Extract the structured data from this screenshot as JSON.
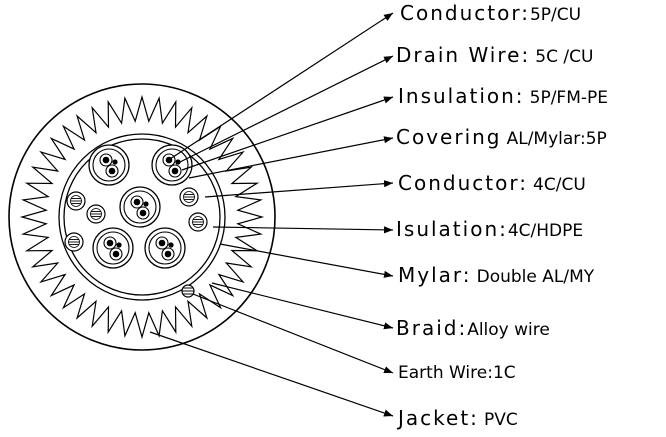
{
  "labels": [
    {
      "key": "Conductor:",
      "value": "5P/CU"
    },
    {
      "key": "Drain Wire:",
      "value": "5C /CU"
    },
    {
      "key": "Insulation:",
      "value": "5P/FM-PE"
    },
    {
      "key": "Covering",
      "value": "AL/Mylar:5P"
    },
    {
      "key": "Conductor:",
      "value": "4C/CU"
    },
    {
      "key": "Isulation:",
      "value": "4C/HDPE"
    },
    {
      "key": "Mylar:",
      "value": "Double AL/MY"
    },
    {
      "key": "Braid:",
      "value": "Alloy wire"
    },
    {
      "key": "",
      "value": "Earth Wire:1C"
    },
    {
      "key": "Jacket:",
      "value": "PVC"
    }
  ]
}
